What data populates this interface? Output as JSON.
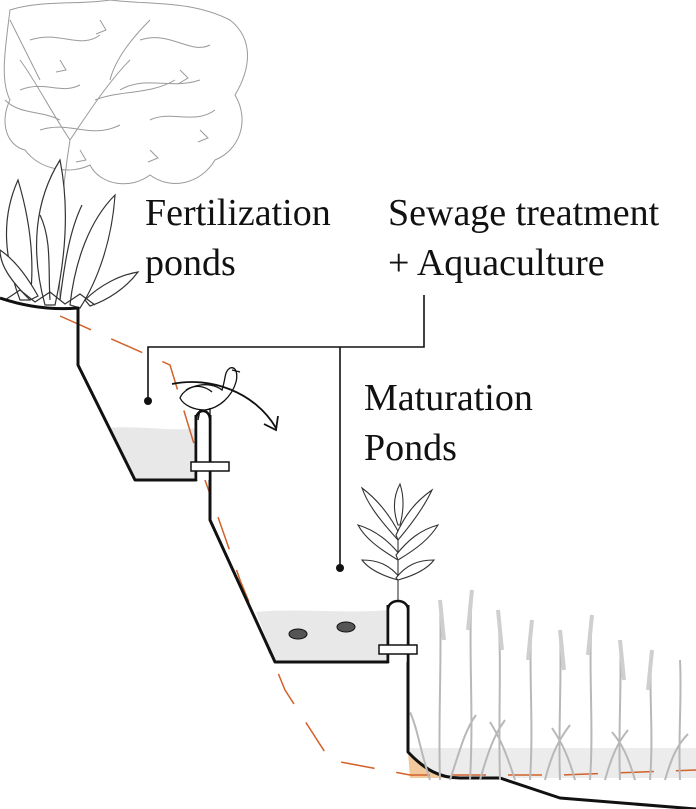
{
  "labels": {
    "fertilization": {
      "line1": "Fertilization",
      "line2": "ponds"
    },
    "sewage": {
      "line1": "Sewage treatment",
      "line2": "+ Aquaculture"
    },
    "maturation": {
      "line1": "Maturation",
      "line2": "Ponds"
    }
  },
  "colors": {
    "terrain": "#111111",
    "water": "#e8e8e8",
    "groundwater_line": "#d2612a",
    "sediment": "#f2c99a",
    "vegetation": "#8a8a8a",
    "reeds": "#b8b8b8"
  },
  "icons": [
    "tree-icon",
    "leafy-shrub-icon",
    "duck-icon",
    "fish-icon",
    "palm-plant-icon",
    "reed-grass-icon",
    "flow-arrow-icon"
  ]
}
